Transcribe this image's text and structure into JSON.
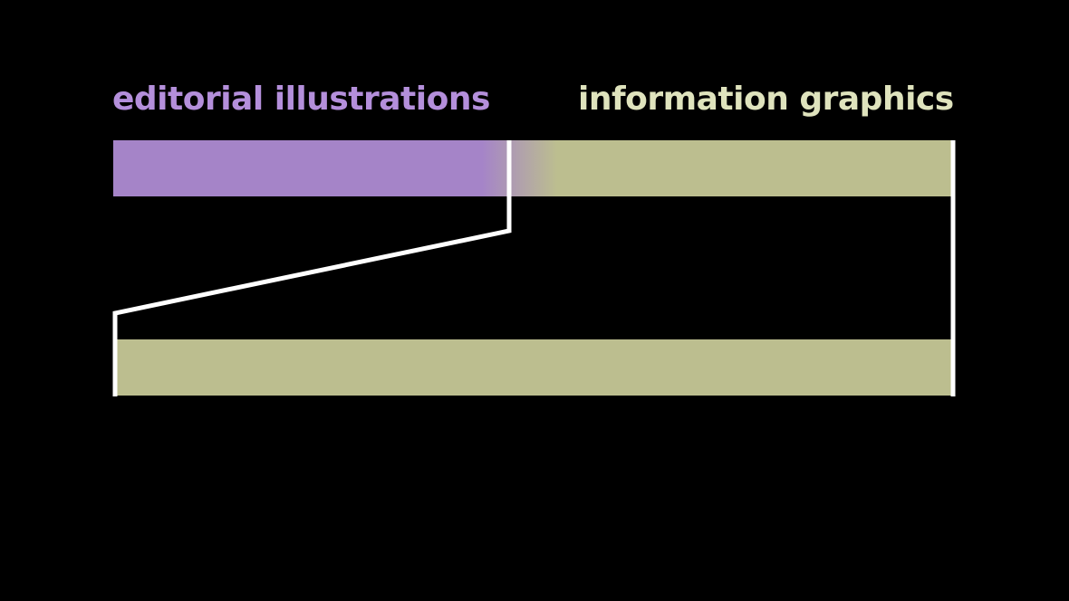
{
  "labels": {
    "left": "editorial illustrations",
    "right": "information graphics"
  },
  "spectrum": {
    "transition_fraction": 0.47
  },
  "colors": {
    "background": "#000000",
    "purple": "#a584c8",
    "olive": "#bcbe8f",
    "left_label": "#b48fdb",
    "right_label": "#dfe3bd",
    "connector": "#ffffff"
  }
}
